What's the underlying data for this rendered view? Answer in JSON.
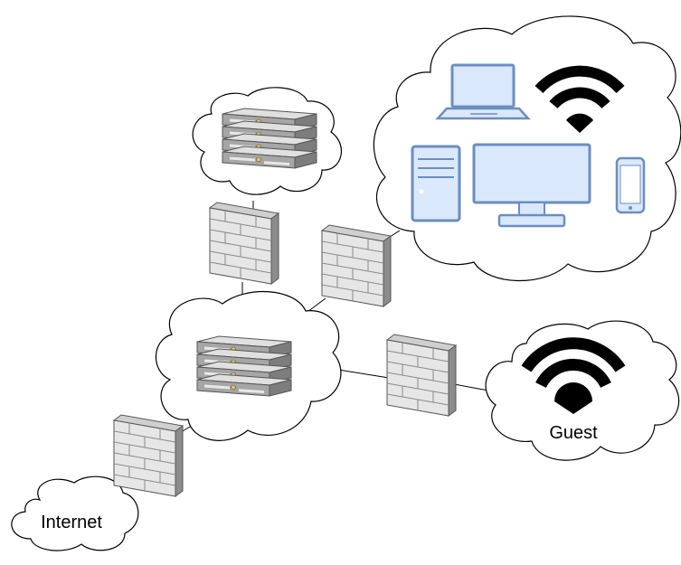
{
  "labels": {
    "internet": "Internet",
    "guest": "Guest"
  },
  "nodes": [
    {
      "id": "internet-cloud",
      "kind": "cloud",
      "label_key": "internet"
    },
    {
      "id": "core-cloud",
      "kind": "cloud",
      "contains": "server-rack-icon"
    },
    {
      "id": "server-cloud",
      "kind": "cloud",
      "contains": "server-rack-icon"
    },
    {
      "id": "clients-cloud",
      "kind": "cloud",
      "contains": [
        "laptop-icon",
        "wifi-icon",
        "desktop-tower-icon",
        "monitor-icon",
        "smartphone-icon"
      ]
    },
    {
      "id": "guest-cloud",
      "kind": "cloud",
      "contains": "wifi-icon",
      "label_key": "guest"
    },
    {
      "id": "firewall-internet",
      "kind": "firewall-icon"
    },
    {
      "id": "firewall-server",
      "kind": "firewall-icon"
    },
    {
      "id": "firewall-clients",
      "kind": "firewall-icon"
    },
    {
      "id": "firewall-guest",
      "kind": "firewall-icon"
    }
  ],
  "colors": {
    "device_outline": "#6c8ebf",
    "device_fill": "#dae8fc",
    "wifi": "#000000",
    "server_top": "#e0e0e0",
    "server_front": "#a6a6a6",
    "firewall_front": "#e6e6e6",
    "firewall_side": "#8c8c8c"
  }
}
